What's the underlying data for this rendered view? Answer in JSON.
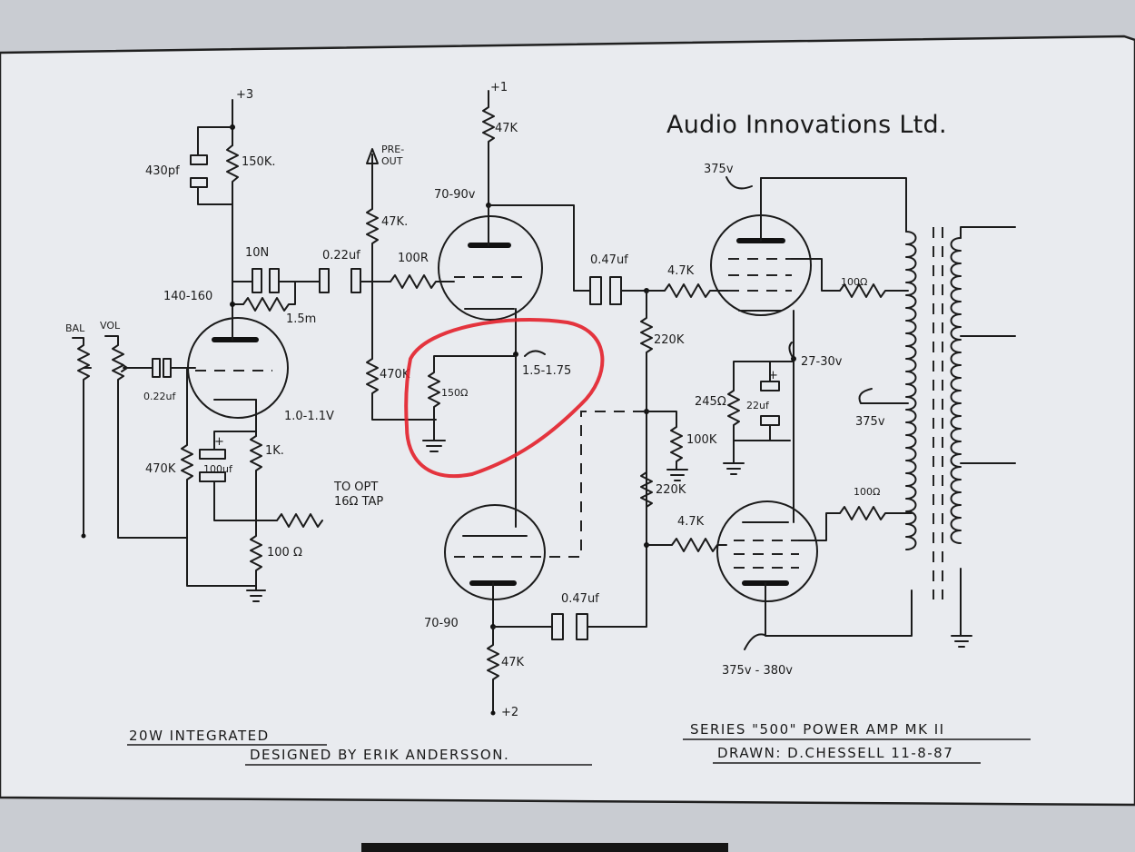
{
  "company": "Audio Innovations Ltd.",
  "title_left_1": "20W INTEGRATED",
  "title_left_2": "DESIGNED BY ERIK ANDERSSON.",
  "title_right_1": "SERIES \"500\" POWER AMP MK II",
  "title_right_2": "DRAWN: D.CHESSELL 11-8-87",
  "supplies": {
    "left_top": "+3",
    "mid_top": "+1",
    "mid_bottom": "+2"
  },
  "input_stage": {
    "cap_top": "430pf",
    "r_top": "150K.",
    "coupling_cap": "10N",
    "voltage_anode": "140-160",
    "r_fb": "1.5m",
    "bal": "BAL",
    "vol": "VOL",
    "cap_in": "0.22uf",
    "r_grid": "470K",
    "cap_cathode": "100uf",
    "r_cathode": "1K.",
    "voltage_cathode": "1.0-1.1V",
    "r_bottom": "100 Ω",
    "to_tap": "TO OPT",
    "tap": "16Ω TAP"
  },
  "phase_splitter": {
    "pre_out": "PRE-",
    "pre_out_2": "OUT",
    "r_pre": "47K.",
    "cap_pre": "0.22uf",
    "r_grid": "100R",
    "r_470": "470K",
    "r_anode_top": "47K",
    "voltage_top": "70-90v",
    "r_cathode": "150Ω",
    "voltage_cathode": "1.5-1.75",
    "voltage_bottom": "70-90",
    "r_anode_bottom": "47K",
    "cap_bottom": "0.47uf"
  },
  "output_stage": {
    "cap_top": "0.47uf",
    "r_grid_top": "4.7K",
    "r_bias_top": "220K",
    "r_screen_top": "100Ω",
    "v_plate_top": "375v",
    "v_cathode": "27-30v",
    "r_cathode": "245Ω",
    "cap_cathode": "22uf",
    "r_100k": "100K",
    "v_ct": "375v",
    "r_bias_bottom": "220K",
    "r_grid_bottom": "4.7K",
    "r_screen_bottom": "100Ω",
    "v_plate_bottom": "375v - 380v"
  }
}
